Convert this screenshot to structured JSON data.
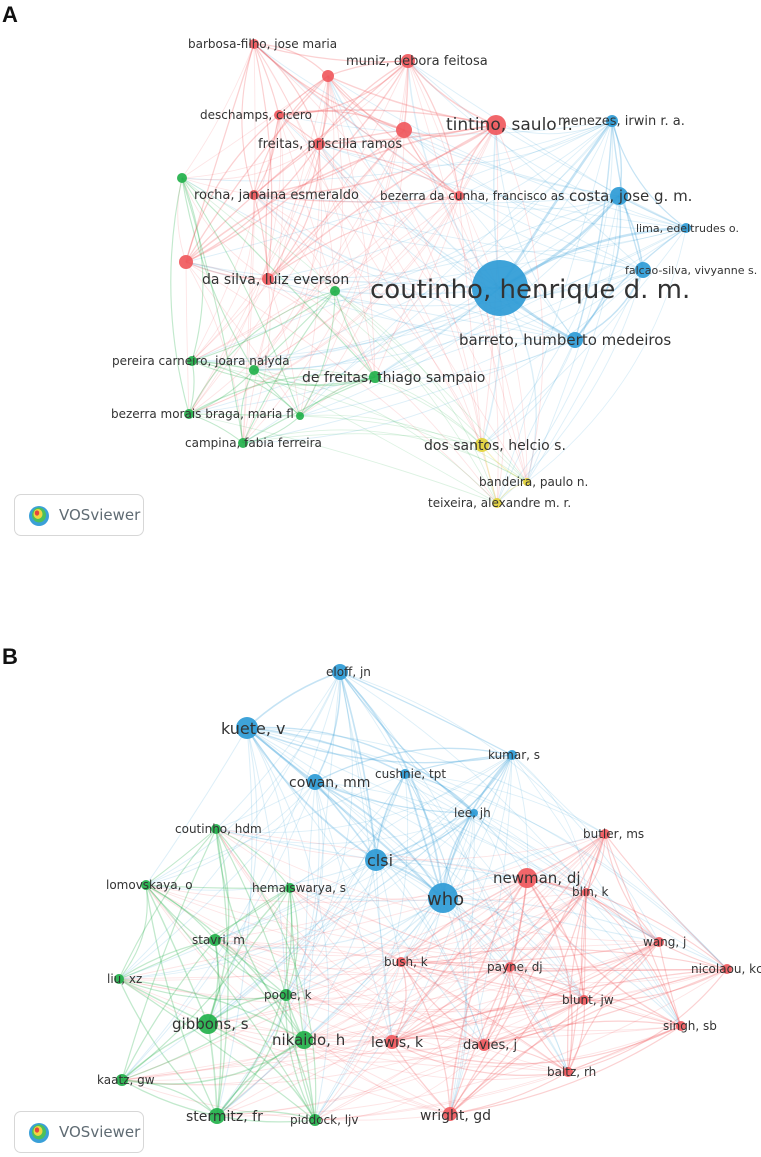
{
  "panels": [
    {
      "letter": "A",
      "watermark": "VOSviewer",
      "clusters": {
        "red": "#f0595d",
        "green": "#23b14b",
        "blue": "#2e9bd6",
        "yellow": "#e3d33a"
      },
      "nodes": [
        {
          "id": "coutinho",
          "label": "coutinho, henrique d. m.",
          "cluster": "blue"
        },
        {
          "id": "costa",
          "label": "costa, jose g. m.",
          "cluster": "blue"
        },
        {
          "id": "menezes",
          "label": "menezes, irwin r. a.",
          "cluster": "blue"
        },
        {
          "id": "lima",
          "label": "lima, edeltrudes o.",
          "cluster": "blue"
        },
        {
          "id": "falcao",
          "label": "falcao-silva, vivyanne s.",
          "cluster": "blue"
        },
        {
          "id": "barreto",
          "label": "barreto, humberto medeiros",
          "cluster": "blue"
        },
        {
          "id": "tintino",
          "label": "tintino, saulo r.",
          "cluster": "red"
        },
        {
          "id": "muniz",
          "label": "muniz, debora feitosa",
          "cluster": "red"
        },
        {
          "id": "barbosa",
          "label": "barbosa-filho, jose maria",
          "cluster": "red"
        },
        {
          "id": "deschamps",
          "label": "deschamps, cicero",
          "cluster": "red"
        },
        {
          "id": "freitasp",
          "label": "freitas, priscilla ramos",
          "cluster": "red"
        },
        {
          "id": "rocha",
          "label": "rocha, janaina esmeraldo",
          "cluster": "red"
        },
        {
          "id": "bezerrac",
          "label": "bezerra da cunha, francisco as",
          "cluster": "red"
        },
        {
          "id": "dasilva",
          "label": "da silva, luiz everson",
          "cluster": "red"
        },
        {
          "id": "a_unl1",
          "label": "",
          "cluster": "red"
        },
        {
          "id": "a_unl2",
          "label": "",
          "cluster": "red"
        },
        {
          "id": "a_unl3",
          "label": "",
          "cluster": "red"
        },
        {
          "id": "defreitas",
          "label": "de freitas, thiago sampaio",
          "cluster": "green"
        },
        {
          "id": "pereira",
          "label": "pereira carneiro, joara nalyda",
          "cluster": "green"
        },
        {
          "id": "bezerram",
          "label": "bezerra morais braga, maria fl",
          "cluster": "green"
        },
        {
          "id": "campina",
          "label": "campina, fabia ferreira",
          "cluster": "green"
        },
        {
          "id": "a_g1",
          "label": "",
          "cluster": "green"
        },
        {
          "id": "a_g2",
          "label": "",
          "cluster": "green"
        },
        {
          "id": "a_g3",
          "label": "",
          "cluster": "green"
        },
        {
          "id": "a_g4",
          "label": "",
          "cluster": "green"
        },
        {
          "id": "dossantos",
          "label": "dos santos, helcio s.",
          "cluster": "yellow"
        },
        {
          "id": "bandeira",
          "label": "bandeira, paulo n.",
          "cluster": "yellow"
        },
        {
          "id": "teixeira",
          "label": "teixeira, alexandre m. r.",
          "cluster": "yellow"
        }
      ]
    },
    {
      "letter": "B",
      "watermark": "VOSviewer",
      "clusters": {
        "red": "#f0595d",
        "green": "#23b14b",
        "blue": "#2e9bd6"
      },
      "nodes": [
        {
          "id": "eloff",
          "label": "eloff, jn",
          "cluster": "blue"
        },
        {
          "id": "kuete",
          "label": "kuete, v",
          "cluster": "blue"
        },
        {
          "id": "kumar",
          "label": "kumar, s",
          "cluster": "blue"
        },
        {
          "id": "cowan",
          "label": "cowan, mm",
          "cluster": "blue"
        },
        {
          "id": "cushnie",
          "label": "cushnie, tpt",
          "cluster": "blue"
        },
        {
          "id": "lee",
          "label": "lee, jh",
          "cluster": "blue"
        },
        {
          "id": "clsi",
          "label": "clsi",
          "cluster": "blue"
        },
        {
          "id": "who",
          "label": "who",
          "cluster": "blue"
        },
        {
          "id": "butler",
          "label": "butler, ms",
          "cluster": "red"
        },
        {
          "id": "newman",
          "label": "newman, dj",
          "cluster": "red"
        },
        {
          "id": "blin",
          "label": "blin, k",
          "cluster": "red"
        },
        {
          "id": "wang",
          "label": "wang, j",
          "cluster": "red"
        },
        {
          "id": "nicolaou",
          "label": "nicolaou, kc",
          "cluster": "red"
        },
        {
          "id": "bush",
          "label": "bush, k",
          "cluster": "red"
        },
        {
          "id": "payne",
          "label": "payne, dj",
          "cluster": "red"
        },
        {
          "id": "blunt",
          "label": "blunt, jw",
          "cluster": "red"
        },
        {
          "id": "singh",
          "label": "singh, sb",
          "cluster": "red"
        },
        {
          "id": "lewis",
          "label": "lewis, k",
          "cluster": "red"
        },
        {
          "id": "davies",
          "label": "davies, j",
          "cluster": "red"
        },
        {
          "id": "baltz",
          "label": "baltz, rh",
          "cluster": "red"
        },
        {
          "id": "wright",
          "label": "wright, gd",
          "cluster": "red"
        },
        {
          "id": "coutinhob",
          "label": "coutinho, hdm",
          "cluster": "green"
        },
        {
          "id": "lomovskaya",
          "label": "lomovskaya, o",
          "cluster": "green"
        },
        {
          "id": "hemaiswarya",
          "label": "hemaiswarya, s",
          "cluster": "green"
        },
        {
          "id": "stavri",
          "label": "stavri, m",
          "cluster": "green"
        },
        {
          "id": "liuxz",
          "label": "liu, xz",
          "cluster": "green"
        },
        {
          "id": "poole",
          "label": "poole, k",
          "cluster": "green"
        },
        {
          "id": "gibbons",
          "label": "gibbons, s",
          "cluster": "green"
        },
        {
          "id": "nikaido",
          "label": "nikaido, h",
          "cluster": "green"
        },
        {
          "id": "kaatz",
          "label": "kaatz, gw",
          "cluster": "green"
        },
        {
          "id": "stermitz",
          "label": "stermitz, fr",
          "cluster": "green"
        },
        {
          "id": "piddock",
          "label": "piddock, ljv",
          "cluster": "green"
        }
      ]
    }
  ]
}
